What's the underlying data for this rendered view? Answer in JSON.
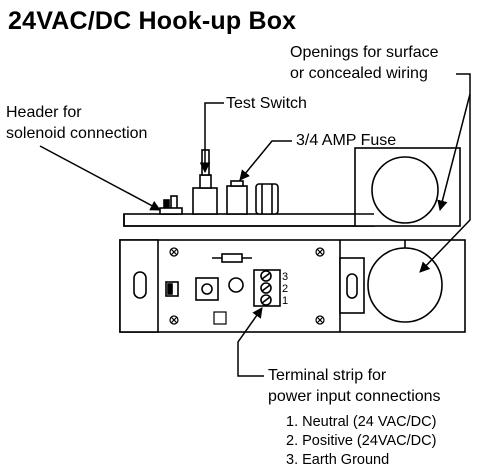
{
  "title": "24VAC/DC Hook-up Box",
  "labels": {
    "openings_line1": "Openings for surface",
    "openings_line2": "or concealed wiring",
    "header_line1": "Header for",
    "header_line2": "solenoid connection",
    "test_switch": "Test Switch",
    "fuse": "3/4 AMP Fuse",
    "terminal_line1": "Terminal strip for",
    "terminal_line2": "power input connections"
  },
  "terminal_numbers": [
    "3",
    "2",
    "1"
  ],
  "connections": [
    "1. Neutral (24 VAC/DC)",
    "2. Positive (24VAC/DC)",
    "3. Earth Ground"
  ]
}
